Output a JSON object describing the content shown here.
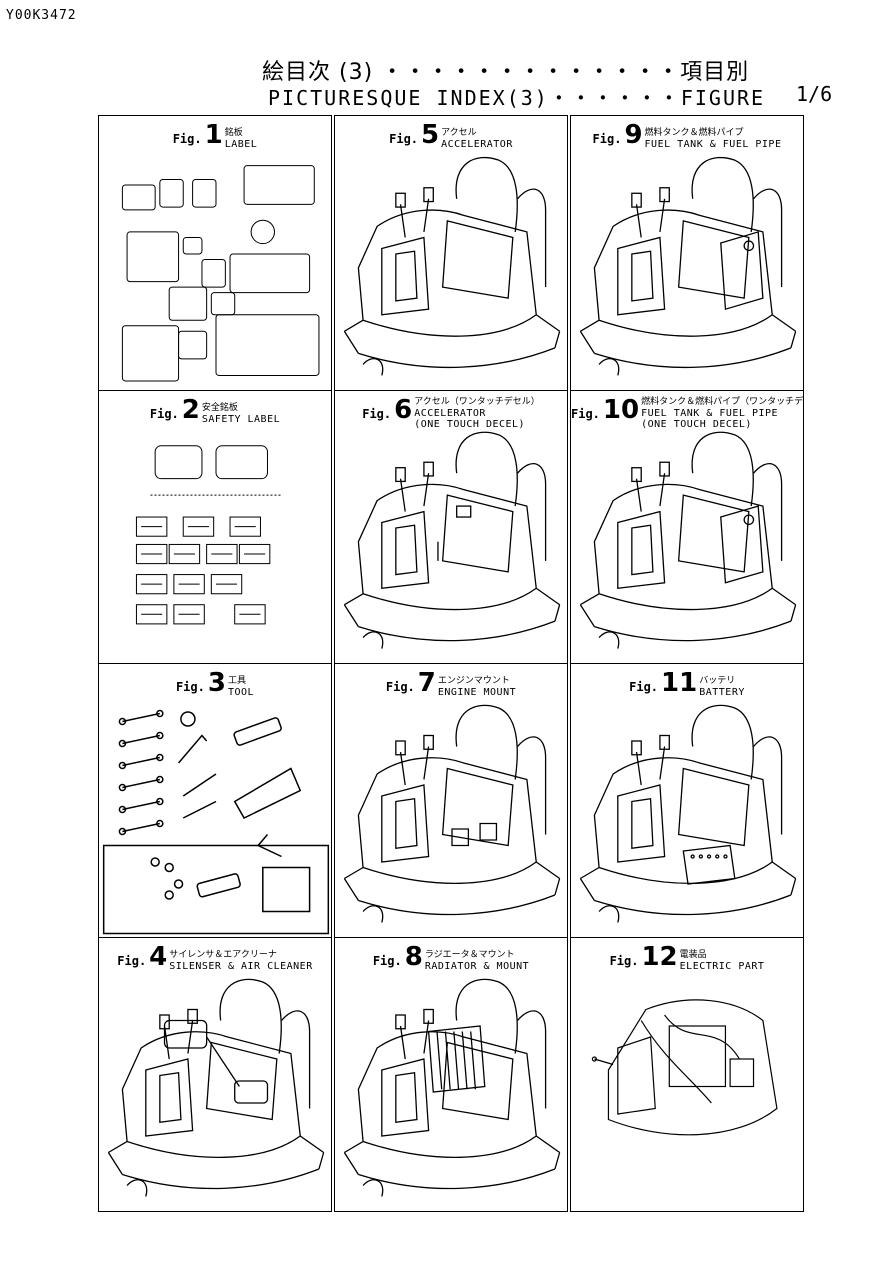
{
  "header": {
    "doc_code": "Y00K3472",
    "title_jp": "絵目次 (3) ・・・・・・・・・・・・・項目別",
    "title_en": "PICTURESQUE INDEX(3)・・・・・・FIGURE",
    "page": "1/6"
  },
  "figures": [
    {
      "fig": "Fig.",
      "num": "1",
      "jp": "銘板",
      "en": "LABEL",
      "en2": ""
    },
    {
      "fig": "Fig.",
      "num": "5",
      "jp": "アクセル",
      "en": "ACCELERATOR",
      "en2": ""
    },
    {
      "fig": "Fig.",
      "num": "9",
      "jp": "燃料タンク＆燃料パイプ",
      "en": "FUEL TANK & FUEL PIPE",
      "en2": ""
    },
    {
      "fig": "Fig.",
      "num": "2",
      "jp": "安全銘板",
      "en": "SAFETY LABEL",
      "en2": ""
    },
    {
      "fig": "Fig.",
      "num": "6",
      "jp": "アクセル（ワンタッチデセル）",
      "en": "ACCELERATOR",
      "en2": "(ONE TOUCH DECEL)"
    },
    {
      "fig": "Fig.",
      "num": "10",
      "jp": "燃料タンク＆燃料パイプ（ワンタッチデセル）",
      "en": "FUEL TANK & FUEL PIPE",
      "en2": "(ONE TOUCH DECEL)"
    },
    {
      "fig": "Fig.",
      "num": "3",
      "jp": "工具",
      "en": "TOOL",
      "en2": ""
    },
    {
      "fig": "Fig.",
      "num": "7",
      "jp": "エンジンマウント",
      "en": "ENGINE MOUNT",
      "en2": ""
    },
    {
      "fig": "Fig.",
      "num": "11",
      "jp": "バッテリ",
      "en": "BATTERY",
      "en2": ""
    },
    {
      "fig": "Fig.",
      "num": "4",
      "jp": "サイレンサ＆エアクリーナ",
      "en": "SILENSER & AIR CLEANER",
      "en2": ""
    },
    {
      "fig": "Fig.",
      "num": "8",
      "jp": "ラジエータ＆マウント",
      "en": "RADIATOR & MOUNT",
      "en2": ""
    },
    {
      "fig": "Fig.",
      "num": "12",
      "jp": "電装品",
      "en": "ELECTRIC PART",
      "en2": ""
    }
  ]
}
